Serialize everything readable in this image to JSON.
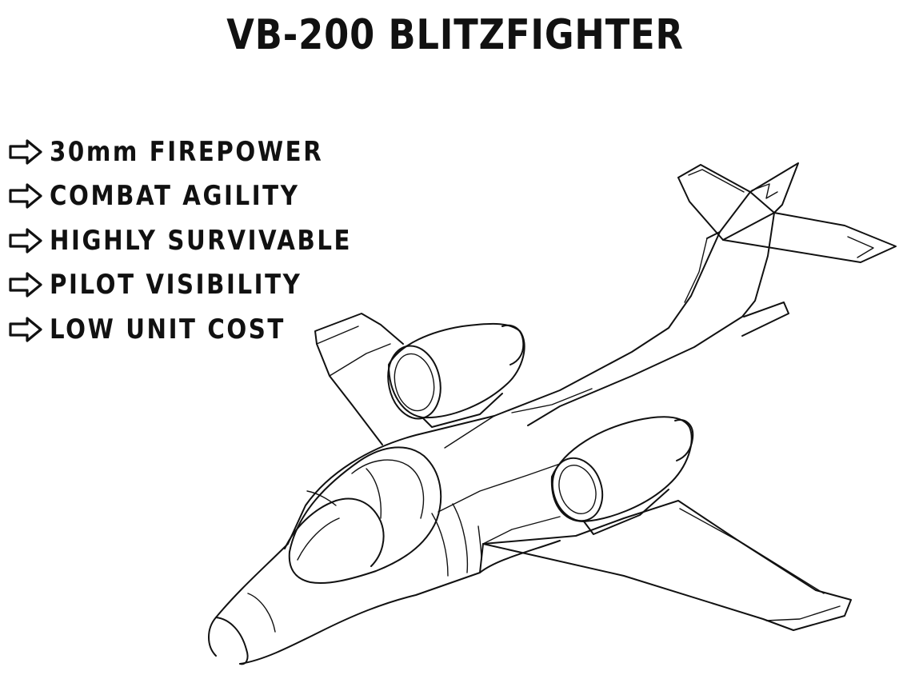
{
  "title": "VB-200 BLITZFIGHTER",
  "features": [
    {
      "label": "30mm FIREPOWER",
      "icon": "arrow-right-icon"
    },
    {
      "label": "COMBAT AGILITY",
      "icon": "arrow-right-icon"
    },
    {
      "label": "HIGHLY SURVIVABLE",
      "icon": "arrow-right-icon"
    },
    {
      "label": "PILOT VISIBILITY",
      "icon": "arrow-right-icon"
    },
    {
      "label": "LOW UNIT COST",
      "icon": "arrow-right-icon"
    }
  ],
  "illustration": {
    "subject": "aircraft-line-drawing",
    "ink_color": "#111111",
    "background_color": "#ffffff"
  }
}
